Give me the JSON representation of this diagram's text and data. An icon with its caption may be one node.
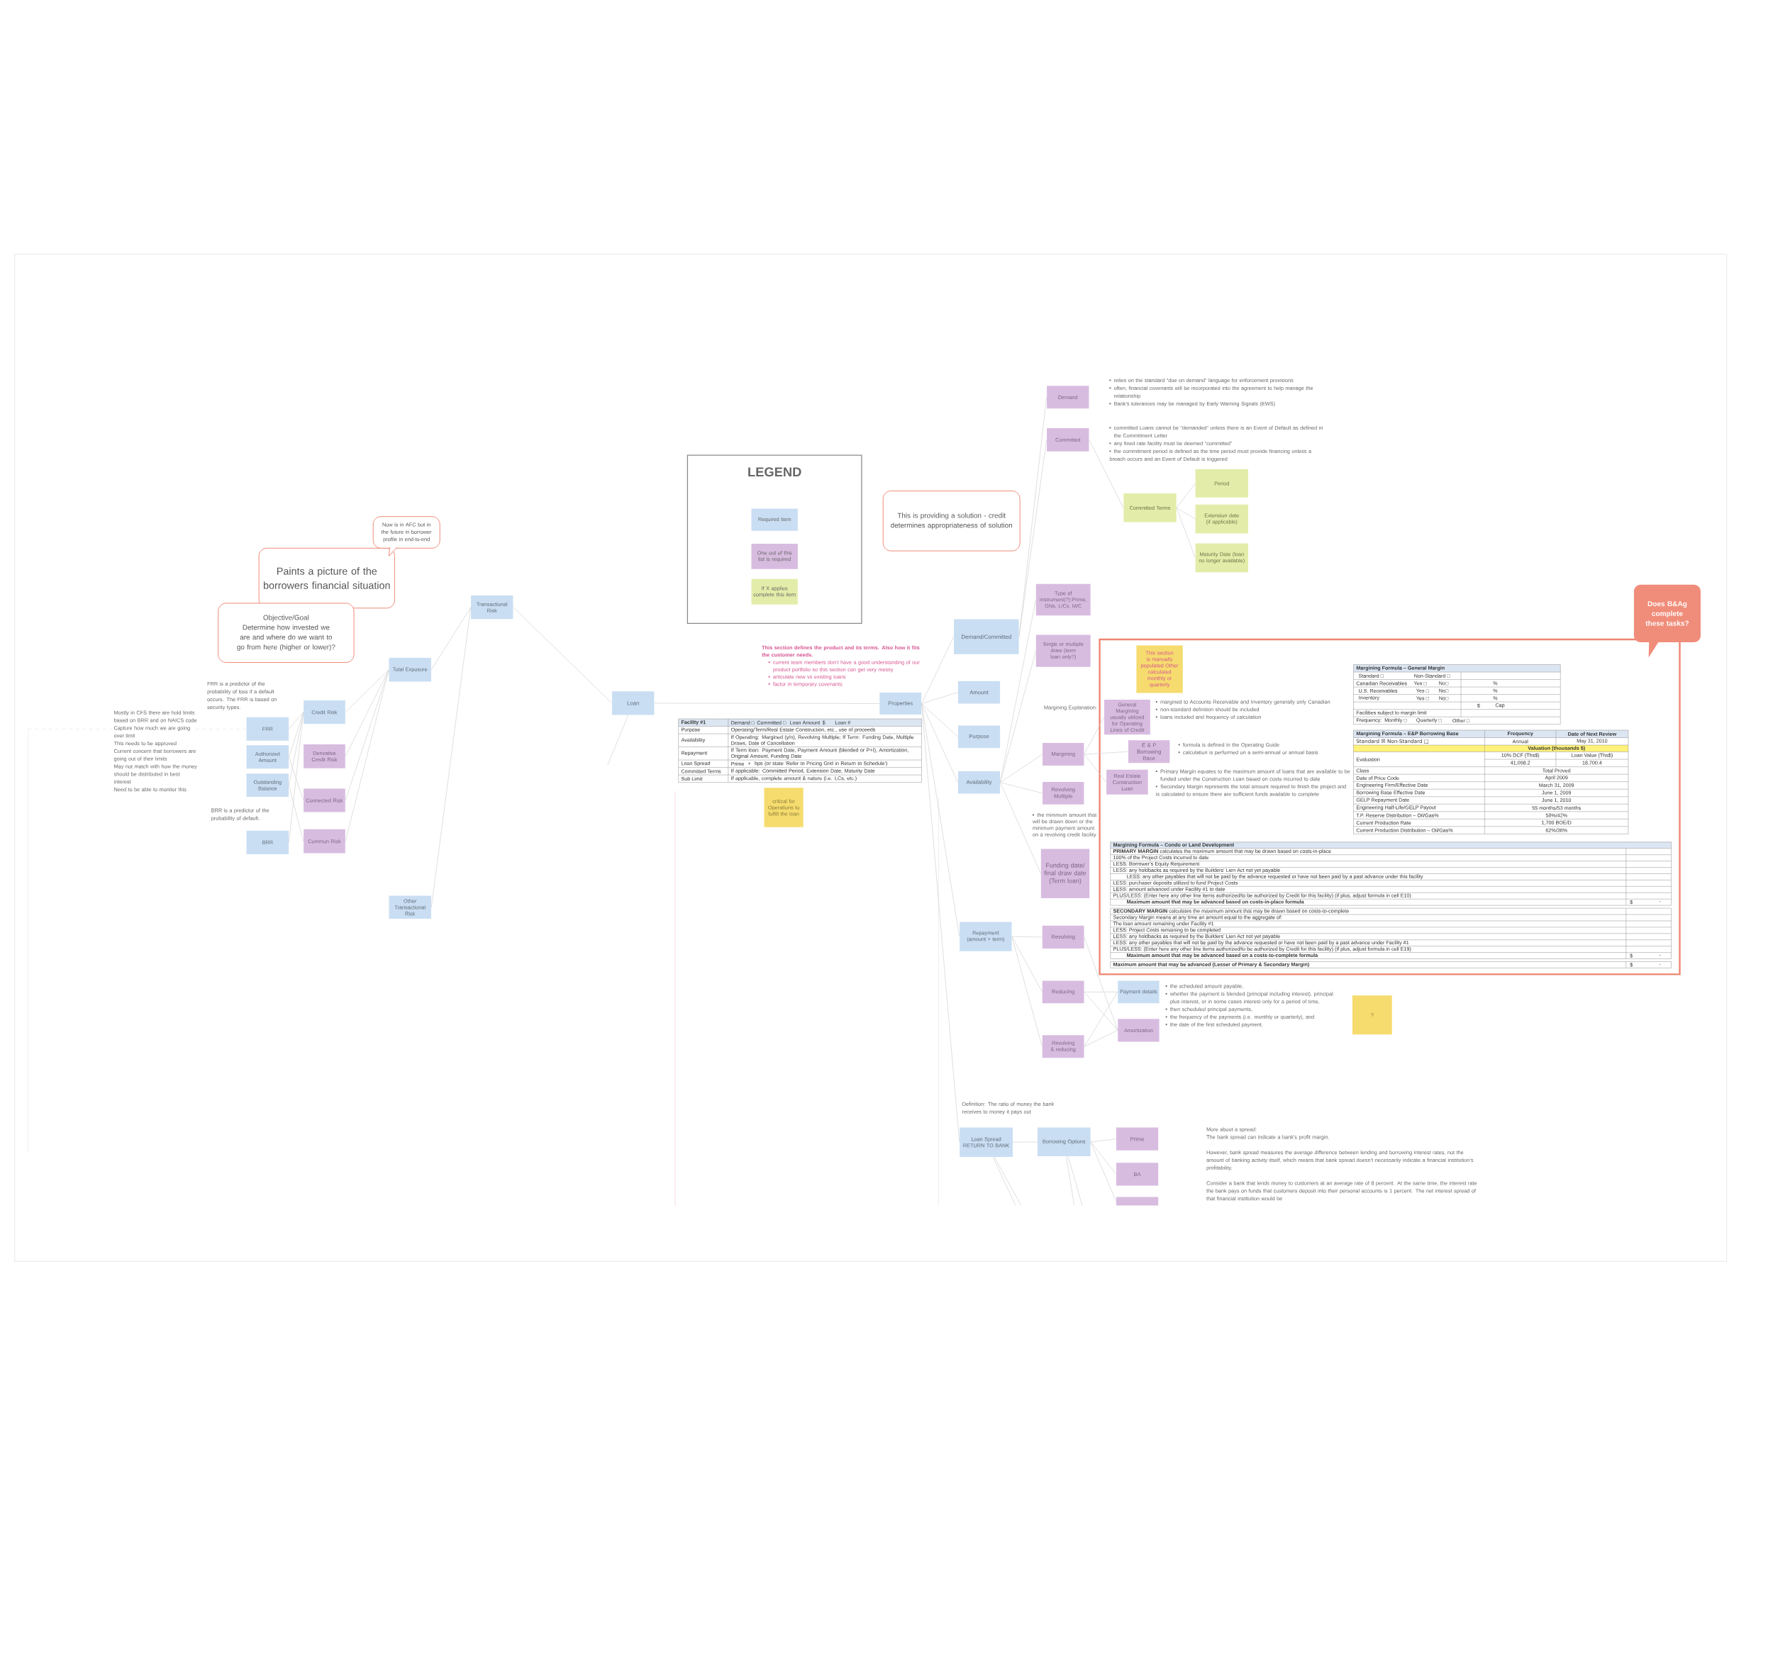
{
  "diagram": {
    "nodes": [
      {
        "text": [
          "Transactional Risk"
        ]
      },
      {
        "text": [
          "Total Exposure"
        ]
      },
      {
        "text": [
          "Credit Risk"
        ]
      },
      {
        "text": [
          "Derivative Credit Risk"
        ]
      },
      {
        "text": [
          "Connected Risk"
        ]
      },
      {
        "text": [
          "Common Risk"
        ]
      },
      {
        "text": [
          "FRR"
        ]
      },
      {
        "text": [
          "Authorized Amount"
        ]
      },
      {
        "text": [
          "Outstanding Balance"
        ]
      },
      {
        "text": [
          "BRR"
        ]
      },
      {
        "text": [
          "Other Transactional Risk"
        ]
      },
      {
        "text": [
          "Loan"
        ]
      },
      {
        "text": [
          "Properties"
        ]
      },
      {
        "text": [
          "Demand/Committed"
        ]
      },
      {
        "text": [
          "Amount"
        ]
      },
      {
        "text": [
          "Purpose"
        ]
      },
      {
        "text": [
          "Availability"
        ]
      },
      {
        "text": [
          "Repayment (amount + term)"
        ]
      },
      {
        "text": [
          "Loan Spread RETURN TO BANK"
        ]
      },
      {
        "text": [
          "Demand"
        ]
      },
      {
        "text": [
          "Committed"
        ]
      },
      {
        "text": [
          "Committed Terms"
        ]
      },
      {
        "text": [
          "Period"
        ]
      },
      {
        "text": [
          "Extension date (if applicable)"
        ]
      },
      {
        "text": [
          "Maturity Date (loan no longer available)"
        ]
      },
      {
        "text": [
          "Type of instrument(?):Prime, GNs, L/Cs, M/C"
        ]
      },
      {
        "text": [
          "Single or multiple draw (term loan only?)"
        ]
      },
      {
        "text": [
          "Margining"
        ]
      },
      {
        "text": [
          "Revolving Multiple"
        ]
      },
      {
        "text": [
          "Funding date/ final draw date (Term loan)"
        ]
      },
      {
        "text": [],
        "shape": "box"
      },
      {
        "text": [
          "This section is manually populated Other calculated monthly or quarterly"
        ],
        "in": 30
      },
      {
        "text": [
          "General Margining usually utilized for Operating Lines of Credit"
        ],
        "in": 30
      },
      {
        "text": [
          "E & P Borrowing Base"
        ],
        "in": 30
      },
      {
        "text": [
          "Real Estate Construction Loan"
        ],
        "in": 30
      },
      {
        "text": [
          "Revolving"
        ]
      },
      {
        "text": [
          "Reducing"
        ]
      },
      {
        "text": [
          "Revolving & reducing"
        ]
      },
      {
        "text": [
          "Payment details"
        ]
      },
      {
        "text": [
          "Amortization"
        ]
      },
      {
        "text": [
          "Borrowing Options"
        ]
      },
      {
        "text": [
          "Prime"
        ]
      },
      {
        "text": [
          "BA"
        ]
      },
      {
        "text": [],
        "shape": "box"
      },
      {
        "text": [
          "Paints a picture of the borrowers financial situation"
        ]
      },
      {
        "text": [
          "Now is in AFC but in the future in borrower profile in end-to-end"
        ]
      },
      {
        "text": [
          "Objective/Goal",
          "Determine how invested we are and where do we want to go from here (higher or lower)?"
        ]
      },
      {
        "text": [
          "This is providing a solution - credit determines appropriateness of solution"
        ]
      },
      {
        "text": [
          "Does B&Ag complete these tasks?"
        ]
      },
      {
        "text": [
          "critical for Operations to fulfill the loan"
        ]
      },
      {
        "text": [
          "?"
        ]
      }
    ],
    "edges": [
      {
        "from": 0,
        "to": 11,
        "arrow": "none"
      },
      {
        "from": 1,
        "to": 0,
        "arrow": "none"
      },
      {
        "from": 0,
        "to": 10,
        "arrow": "none"
      },
      {
        "from": 1,
        "to": 2,
        "arrow": "none"
      },
      {
        "from": 1,
        "to": 3,
        "arrow": "none"
      },
      {
        "from": 1,
        "to": 4,
        "arrow": "none"
      },
      {
        "from": 1,
        "to": 5,
        "arrow": "none"
      },
      {
        "from": 2,
        "to": 6,
        "arrow": "none"
      },
      {
        "from": 2,
        "to": 7,
        "arrow": "none"
      },
      {
        "from": 2,
        "to": 8,
        "arrow": "none"
      },
      {
        "from": 2,
        "to": 9,
        "arrow": "none"
      },
      {
        "from": 4,
        "to": 7,
        "arrow": "none"
      },
      {
        "from": 5,
        "to": 8,
        "arrow": "none"
      },
      {
        "from": 11,
        "to": 12,
        "arrow": "none"
      },
      {
        "from": 11,
        "to": null,
        "arrow": "none"
      },
      {
        "from": 12,
        "to": 13,
        "arrow": "none"
      },
      {
        "from": 12,
        "to": 14,
        "arrow": "none"
      },
      {
        "from": 12,
        "to": 15,
        "arrow": "none"
      },
      {
        "from": 12,
        "to": 16,
        "arrow": "none"
      },
      {
        "from": 12,
        "to": 17,
        "arrow": "none"
      },
      {
        "from": 12,
        "to": 18,
        "arrow": "none"
      },
      {
        "from": 13,
        "to": 19,
        "arrow": "none"
      },
      {
        "from": 13,
        "to": 20,
        "arrow": "none"
      },
      {
        "from": 20,
        "to": 21,
        "arrow": "none"
      },
      {
        "from": 21,
        "to": 22,
        "arrow": "none"
      },
      {
        "from": 21,
        "to": 23,
        "arrow": "none"
      },
      {
        "from": 21,
        "to": 24,
        "arrow": "none"
      },
      {
        "from": 16,
        "to": 25,
        "arrow": "none"
      },
      {
        "from": 16,
        "to": 26,
        "arrow": "none"
      },
      {
        "from": 16,
        "to": 27,
        "arrow": "none"
      },
      {
        "from": 16,
        "to": 28,
        "arrow": "none"
      },
      {
        "from": 16,
        "to": 29,
        "arrow": "none"
      },
      {
        "from": 27,
        "to": 32,
        "arrow": "none"
      },
      {
        "from": 27,
        "to": 33,
        "arrow": "none"
      },
      {
        "from": 27,
        "to": 34,
        "arrow": "none"
      },
      {
        "from": 17,
        "to": 35,
        "arrow": "none"
      },
      {
        "from": 17,
        "to": 36,
        "arrow": "none"
      },
      {
        "from": 17,
        "to": 37,
        "arrow": "none"
      },
      {
        "from": 36,
        "to": 38,
        "arrow": "none"
      },
      {
        "from": 36,
        "to": 39,
        "arrow": "none"
      },
      {
        "from": 37,
        "to": 38,
        "arrow": "none"
      },
      {
        "from": 37,
        "to": 39,
        "arrow": "none"
      },
      {
        "from": 35,
        "to": 39,
        "arrow": "none"
      },
      {
        "from": 18,
        "to": 40,
        "arrow": "none"
      },
      {
        "from": 40,
        "to": 41,
        "arrow": "none"
      },
      {
        "from": 40,
        "to": 42,
        "arrow": "none"
      },
      {
        "from": 40,
        "to": 43,
        "arrow": "none"
      },
      {
        "from": 18,
        "to": null,
        "arrow": "none"
      },
      {
        "from": 18,
        "to": null,
        "arrow": "none"
      },
      {
        "from": 40,
        "to": null,
        "arrow": "none"
      },
      {
        "from": 40,
        "to": null,
        "arrow": "none"
      }
    ],
    "labels": [
      "LEGEND",
      "This section defines the product and its terms. Also how it fits the customer needs.",
      "current team members don't have a good understanding of our product portfolio so this section can get very messy",
      "articulate new vs existing loans",
      "factor in temporary covenants",
      "FRR is a predictor of the probability of loss if a default occurs. The FRR is based on security types.",
      "Mostly in CFS there are hold limits based on BRR and on NAICS code",
      "Capture how much we are going over limit",
      "This needs to be approved",
      "Current concern that borrowers are going out of their limits",
      "May not match with how the money should be distributed in best interest",
      "Need to be able to monitor this",
      "BRR is a predictor of the probability of default.",
      "relies on the standard “due on demand” language for enforcement provisions",
      "often, financial covenants will be incorporated into the agreement to help manage the relationship",
      "Bank’s tolerances may be managed by Early Warning Signals (EWS)",
      "committed Loans cannot be “demanded” unless there is an Event of Default as defined in the Commitment Letter",
      "any fixed rate facility must be deemed “committed”",
      "the commitment period is defined as the time period must provide financing unless a breach occurs and an Event of Default is triggered",
      "Margining Explanation:",
      "margined to Accounts Receivable and Inventory generally only Canadian",
      "non-standard definition should be included",
      "loans included and frequency of calculation",
      "formula is defined in the Operating Guide",
      "calculation is performed on a semi-annual or annual basis",
      "Primary Margin equates to the maximum amount of loans that are available to be funded under the Construction Loan based on costs incurred to date",
      "Secondary Margin represents the total amount required to finish the project and is calculated to ensure there are sufficient funds available to complete",
      "the minimum amount that will be drawn down or the minimum payment amount on a revolving credit facility",
      "the scheduled amount payable,",
      "whether the payment is blended (principal including interest), principal plus interest, or in some cases interest only for a period of time,",
      "then scheduled principal payments,",
      "the frequency of the payments (i.e. monthly or quarterly), and",
      "the date of the first scheduled payment.",
      "Definition: The ratio of money the bank receives to money it pays out",
      "More about a spread:",
      "The bank spread can indicate a bank’s profit margin.",
      "However, bank spread measures the average difference between lending and borrowing interest rates, not the amount of banking activity itself, which means that bank spread doesn’t necessarily indicate a financial institution’s profitability.",
      "Consider a bank that lends money to customers at an average rate of 8 percent. At the same time, the interest rate the bank pays on funds that customers deposit into their personal accounts is 1 percent. The net interest spread of that financial institution would be",
      "Facility #1",
      "Demand □",
      "Committed □",
      "Loan Amount",
      "$",
      "Loan #",
      "Purpose",
      "Operating/Term/Real Estate Construction, etc., use of proceeds",
      "Availability",
      "If Operating: Margined (y/n), Revolving Multiple; If Term: Funding Date, Multiple Draws, Date of Cancellation",
      "Repayment",
      "If Term loan: Payment Date, Payment Amount (blended or P+I), Amortization, Original Amount, Funding Date",
      "Loan Spread",
      "Prime",
      "+",
      "bps (or state ‘Refer to Pricing Grid in Return to Schedule’)",
      "Committed Terms",
      "If applicable: Committed Period, Extension Date, Maturity Date",
      "Sub Limit",
      "If applicable, complete amount & nature (i.e. LCs, etc.)",
      "Margining Formula – General Margin",
      "Standard □",
      "Non-Standard □",
      "Canadian Receivables",
      "Yes □",
      "No□",
      "%",
      "U.S. Receivables",
      "Yes □",
      "No□",
      "%",
      "Inventory",
      "Yes □",
      "No□",
      "%",
      "$",
      "Cap",
      "Facilities subject to margin limit",
      "Frequency:",
      "Monthly □",
      "Quarterly □",
      "Other □",
      "Margining Formula – E&P Borrowing Base",
      "Frequency",
      "Date of Next Review",
      "Standard ☒ Non-Standard □",
      "Annual",
      "May 31, 2010",
      "Valuation (thousands $)",
      "Evaluation",
      "10% DCF (Ths$)",
      "Loan Value (Ths$)",
      "41,098.2",
      "18,700.4",
      "Class",
      "Total Proved",
      "Date of Price Code",
      "April 2009",
      "Engineering Firm/Effective Date",
      "March 31, 2009",
      "Borrowing Base Effective Date",
      "June 1, 2009",
      "GELP Repayment Date",
      "June 1, 2010",
      "Engineering Half-Life/GELP Payout",
      "55 months/53 months",
      "T.P. Reserve Distribution – Oil/Gas%",
      "58%/42%",
      "Current Production Rate",
      "1,700 BOE/D",
      "Current Production Distribution – Oil/Gas%",
      "62%/38%",
      "Margining Formula – Condo or Land Development",
      "**PRIMARY MARGIN** calculates the maximum amount that may be drawn based on costs-in-place",
      "100% of the Project Costs incurred to date",
      "LESS: Borrower’s Equity Requirement",
      "LESS: any holdbacks as required by the Builders’ Lien Act not yet payable",
      "LESS: any other payables that will not be paid by the advance requested or have not been paid by a past advance under this facility",
      "LESS: purchaser deposits utilized to fund Project Costs",
      "LESS: amount advanced under Facility #1 to date",
      "PLUS/LESS: (Enter here any other line items authorized/to be authorized by Credit for this facility) (if plus, adjust formula in cell E10)",
      "Maximum amount that may be advanced based on costs-in-place formula",
      "$",
      "-",
      "**SECONDARY MARGIN** calculates the maximum amount that may be drawn based on costs-to-complete",
      "Secondary Margin means at any time an amount equal to the aggregate of:",
      "The loan amount remaining under Facility #1",
      "LESS: Project Costs remaining to be completed",
      "LESS: any holdbacks as required by the Builders’ Lien Act not yet payable",
      "LESS: any other payables that will not be paid by the advance requested or have not been paid by a past advance under Facility #1",
      "PLUS/LESS: (Enter here any other line items authorized/to be authorized by Credit for this facility) (if plus, adjust formula in cell E19)",
      "Maximum amount that may be advanced based on a costs-to-complete formula",
      "$",
      "-",
      "Maximum amount that may be advanced (Lesser of Primary & Secondary Margin)",
      "$",
      "-"
    ],
    "legend": [
      {
        "text": "Required Item",
        "color": "#c9def3"
      },
      {
        "text": "One out of this list is required",
        "color": "#d8bce0"
      },
      {
        "text": "If X applies complete this item",
        "color": "#e3eda9"
      }
    ]
  }
}
